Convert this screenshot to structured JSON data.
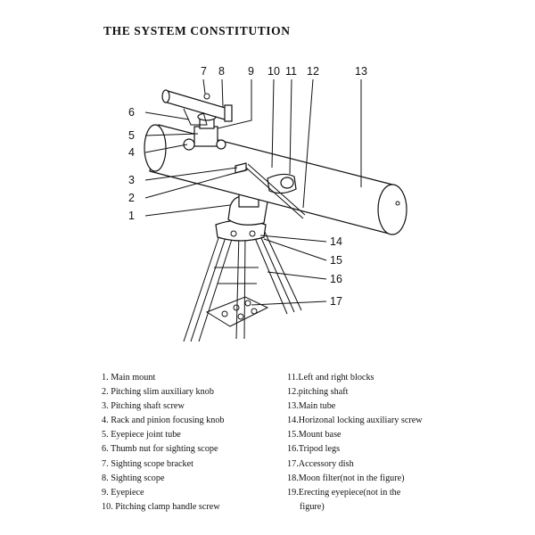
{
  "title": "THE SYSTEM CONSTITUTION",
  "callouts": [
    "1",
    "2",
    "3",
    "4",
    "5",
    "6",
    "7",
    "8",
    "9",
    "10",
    "11",
    "12",
    "13",
    "14",
    "15",
    "16",
    "17"
  ],
  "legend_left": [
    "1. Main mount",
    "2. Pitching slim auxiliary knob",
    "3. Pitching shaft screw",
    "4. Rack and pinion focusing knob",
    "5. Eyepiece joint tube",
    "6. Thumb nut for sighting scope",
    "7. Sighting scope bracket",
    "8. Sighting scope",
    "9. Eyepiece",
    "10. Pitching clamp handle screw"
  ],
  "legend_right": [
    "11.Left and right blocks",
    "12.pitching shaft",
    "13.Main tube",
    "14.Horizonal locking  auxiliary screw",
    "15.Mount base",
    "16.Tripod legs",
    "17.Accessory dish",
    "18.Moon filter(not in the figure)",
    "19.Erecting eyepiece(not in the",
    "figure)"
  ]
}
